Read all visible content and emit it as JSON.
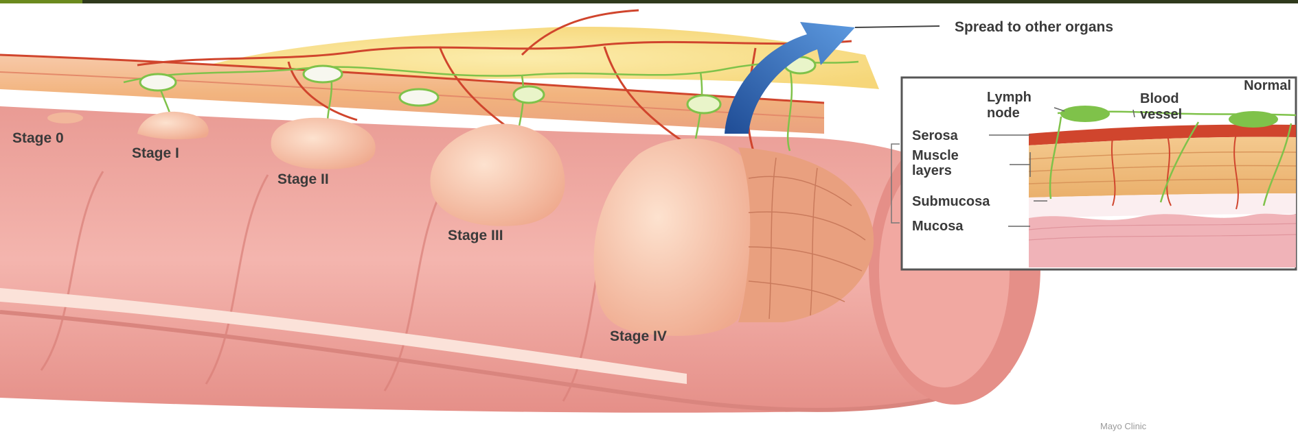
{
  "spread_label": "Spread to other organs",
  "stages": {
    "stage0": "Stage 0",
    "stage1": "Stage I",
    "stage2": "Stage II",
    "stage3": "Stage III",
    "stage4": "Stage IV"
  },
  "inset": {
    "title": "Normal",
    "lymph_node": [
      "Lymph",
      "node"
    ],
    "blood_vessel": [
      "Blood",
      "vessel"
    ],
    "serosa": "Serosa",
    "muscle_layers": [
      "Muscle",
      "layers"
    ],
    "submucosa": "Submucosa",
    "mucosa": "Mucosa"
  },
  "credit": "Mayo Clinic",
  "colors": {
    "tissue_pink": "#f0a9a2",
    "tissue_dark": "#d97f78",
    "tumor": "#f6c4a8",
    "fat_yellow": "#f5d97a",
    "lymph_green": "#7fc24a",
    "blood_red": "#d0452d",
    "arrow_blue": "#2a5fb0"
  }
}
